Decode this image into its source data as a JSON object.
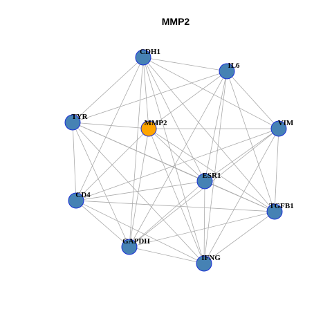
{
  "title": "MMP2",
  "colors": {
    "background": "#ffffff",
    "edge": "#aaaaaa",
    "node_default": "#4682b4",
    "node_highlight": "#ffa500",
    "node_border": "#1a2fd6",
    "label": "#000000"
  },
  "nodes": [
    {
      "id": "CDH1",
      "label": "CDH1",
      "highlight": false
    },
    {
      "id": "IL6",
      "label": "IL6",
      "highlight": false
    },
    {
      "id": "TYR",
      "label": "TYR",
      "highlight": false
    },
    {
      "id": "MMP2",
      "label": "MMP2",
      "highlight": true
    },
    {
      "id": "VIM",
      "label": "VIM",
      "highlight": false
    },
    {
      "id": "ESR1",
      "label": "ESR1",
      "highlight": false
    },
    {
      "id": "CD4",
      "label": "CD4",
      "highlight": false
    },
    {
      "id": "TGFB1",
      "label": "TGFB1",
      "highlight": false
    },
    {
      "id": "GAPDH",
      "label": "GAPDH",
      "highlight": false
    },
    {
      "id": "IFNG",
      "label": "IFNG",
      "highlight": false
    }
  ],
  "edges": [
    [
      "CDH1",
      "IL6"
    ],
    [
      "CDH1",
      "TYR"
    ],
    [
      "CDH1",
      "VIM"
    ],
    [
      "CDH1",
      "ESR1"
    ],
    [
      "CDH1",
      "CD4"
    ],
    [
      "CDH1",
      "TGFB1"
    ],
    [
      "CDH1",
      "GAPDH"
    ],
    [
      "CDH1",
      "IFNG"
    ],
    [
      "CDH1",
      "MMP2"
    ],
    [
      "IL6",
      "TYR"
    ],
    [
      "IL6",
      "MMP2"
    ],
    [
      "IL6",
      "ESR1"
    ],
    [
      "IL6",
      "TGFB1"
    ],
    [
      "IL6",
      "GAPDH"
    ],
    [
      "IL6",
      "IFNG"
    ],
    [
      "IL6",
      "VIM"
    ],
    [
      "TYR",
      "MMP2"
    ],
    [
      "TYR",
      "ESR1"
    ],
    [
      "TYR",
      "CD4"
    ],
    [
      "TYR",
      "GAPDH"
    ],
    [
      "TYR",
      "IFNG"
    ],
    [
      "TYR",
      "TGFB1"
    ],
    [
      "MMP2",
      "VIM"
    ],
    [
      "MMP2",
      "ESR1"
    ],
    [
      "MMP2",
      "CD4"
    ],
    [
      "MMP2",
      "GAPDH"
    ],
    [
      "MMP2",
      "IFNG"
    ],
    [
      "MMP2",
      "TGFB1"
    ],
    [
      "VIM",
      "ESR1"
    ],
    [
      "VIM",
      "CD4"
    ],
    [
      "VIM",
      "GAPDH"
    ],
    [
      "VIM",
      "IFNG"
    ],
    [
      "VIM",
      "TGFB1"
    ],
    [
      "ESR1",
      "CD4"
    ],
    [
      "ESR1",
      "GAPDH"
    ],
    [
      "ESR1",
      "IFNG"
    ],
    [
      "ESR1",
      "TGFB1"
    ],
    [
      "CD4",
      "TGFB1"
    ],
    [
      "CD4",
      "GAPDH"
    ],
    [
      "CD4",
      "IFNG"
    ],
    [
      "TGFB1",
      "GAPDH"
    ],
    [
      "TGFB1",
      "IFNG"
    ],
    [
      "GAPDH",
      "IFNG"
    ]
  ]
}
